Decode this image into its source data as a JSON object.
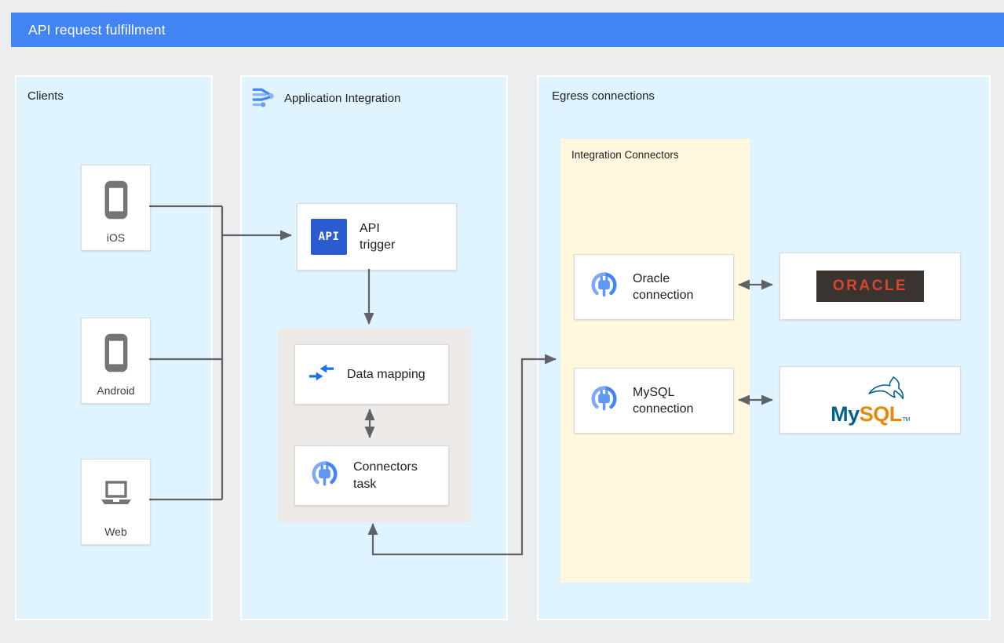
{
  "header": {
    "title": "API request fulfillment"
  },
  "clients": {
    "title": "Clients",
    "items": [
      {
        "label": "iOS",
        "icon": "smartphone-icon"
      },
      {
        "label": "Android",
        "icon": "smartphone-icon"
      },
      {
        "label": "Web",
        "icon": "laptop-icon"
      }
    ]
  },
  "application_integration": {
    "title": "Application Integration",
    "icon": "application-integration-icon",
    "api_trigger": {
      "label": "API trigger",
      "icon": "api-icon",
      "icon_text": "API"
    },
    "data_mapping": {
      "label": "Data mapping",
      "icon": "data-mapping-icon"
    },
    "connectors_task": {
      "label": "Connectors task",
      "icon": "connectors-icon"
    }
  },
  "egress": {
    "title": "Egress connections",
    "integration_connectors": {
      "title": "Integration Connectors",
      "connections": [
        {
          "label": "Oracle connection",
          "icon": "connectors-icon"
        },
        {
          "label": "MySQL connection",
          "icon": "connectors-icon"
        }
      ]
    },
    "databases": [
      {
        "name": "Oracle",
        "logo_text": "ORACLE"
      },
      {
        "name": "MySQL",
        "logo_my": "My",
        "logo_sql": "SQL",
        "trademark": "TM"
      }
    ]
  },
  "colors": {
    "header_bg": "#4284F4",
    "panel_bg": "#DFF4FE",
    "group_bg": "#EDE9E6",
    "integration_connectors_bg": "#FFF7DE",
    "connector_line": "#5F6368",
    "accent_blue": "#4285F4",
    "api_chip_bg": "#2B5BD1",
    "device_icon_gray": "#757575",
    "oracle_red": "#DE432D",
    "oracle_box_bg": "#39342F",
    "mysql_teal": "#00618A",
    "mysql_orange": "#E8870A"
  }
}
